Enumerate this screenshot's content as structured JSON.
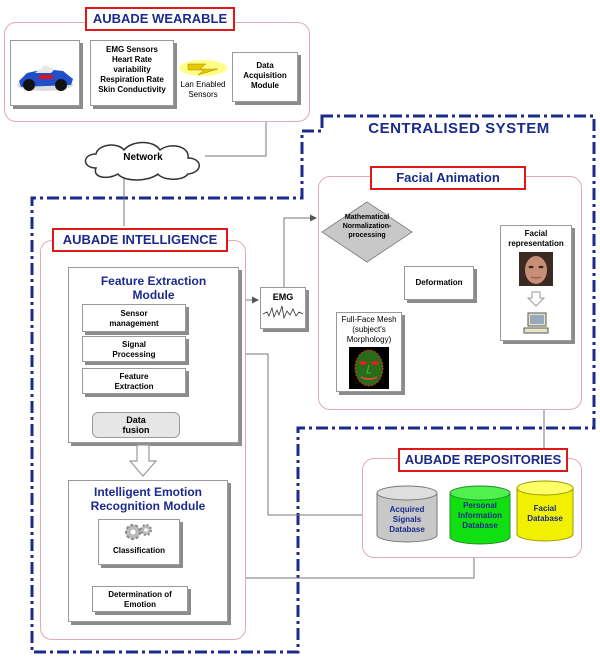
{
  "wearable": {
    "title": "AUBADE WEARABLE",
    "sensors_lines": [
      "EMG Sensors",
      "Heart Rate",
      "variability",
      "Respiration Rate",
      "Skin Conductivity"
    ],
    "lan_lines": [
      "Lan Enabled",
      "Sensors"
    ],
    "daq_lines": [
      "Data",
      "Acquisition",
      "Module"
    ]
  },
  "network_label": "Network",
  "centralised_title": "CENTRALISED SYSTEM",
  "intelligence": {
    "title": "AUBADE INTELLIGENCE",
    "feature_module_lines": [
      "Feature Extraction",
      "Module"
    ],
    "steps": [
      {
        "lines": [
          "Sensor",
          "management"
        ]
      },
      {
        "lines": [
          "Signal",
          "Processing"
        ]
      },
      {
        "lines": [
          "Feature",
          "Extraction"
        ]
      }
    ],
    "fusion_lines": [
      "Data",
      "fusion"
    ],
    "emotion_module_lines": [
      "Intelligent Emotion",
      "Recognition Module"
    ],
    "classification_label": "Classification",
    "determination_lines": [
      "Determination of",
      "Emotion"
    ]
  },
  "emg_label": "EMG",
  "animation": {
    "title": "Facial Animation",
    "math_lines": [
      "Mathematical",
      "Normalization-",
      "processing"
    ],
    "deformation_label": "Deformation",
    "mesh_lines": [
      "Full-Face Mesh",
      "(subject's",
      "Morphology)"
    ],
    "facial_rep_lines": [
      "Facial",
      "representation"
    ]
  },
  "repositories": {
    "title": "AUBADE REPOSITORIES",
    "databases": [
      {
        "lines": [
          "Acquired",
          "Signals",
          "Database"
        ],
        "color": "#c8c8c8",
        "text_color": "#1c2a8c"
      },
      {
        "lines": [
          "Personal",
          "Information",
          "Database"
        ],
        "color": "#10e010",
        "text_color": "#1c2a8c"
      },
      {
        "lines": [
          "Facial",
          "Database"
        ],
        "color": "#f0f000",
        "text_color": "#1c2a8c"
      }
    ]
  },
  "colors": {
    "accent_blue": "#1c2a8c",
    "title_border_red": "#e01818",
    "panel_border_pink": "#e4a8b8"
  }
}
